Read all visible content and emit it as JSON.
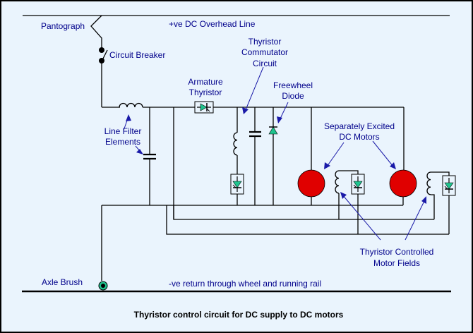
{
  "diagram": {
    "caption": "Thyristor control circuit for DC supply to DC motors",
    "labels": {
      "pantograph": "Pantograph",
      "overhead_line": "+ve DC Overhead Line",
      "circuit_breaker": "Circuit Breaker",
      "armature_thyristor": [
        "Armature",
        "Thyristor"
      ],
      "commutator": [
        "Thyristor",
        "Commutator",
        "Circuit"
      ],
      "freewheel": [
        "Freewheel",
        "Diode"
      ],
      "line_filter": [
        "Line Filter",
        "Elements"
      ],
      "motors": [
        "Separately Excited",
        "DC Motors"
      ],
      "motor_fields": [
        "Thyristor Controlled",
        "Motor Fields"
      ],
      "axle_brush": "Axle Brush",
      "return": "-ve return through wheel and running rail"
    },
    "colors": {
      "background": "#eaf4fd",
      "wire": "#000000",
      "label": "#00008b",
      "motor": "#e00000",
      "thyristor": "#1fc48e",
      "pointer": "#1a1aa8"
    }
  }
}
